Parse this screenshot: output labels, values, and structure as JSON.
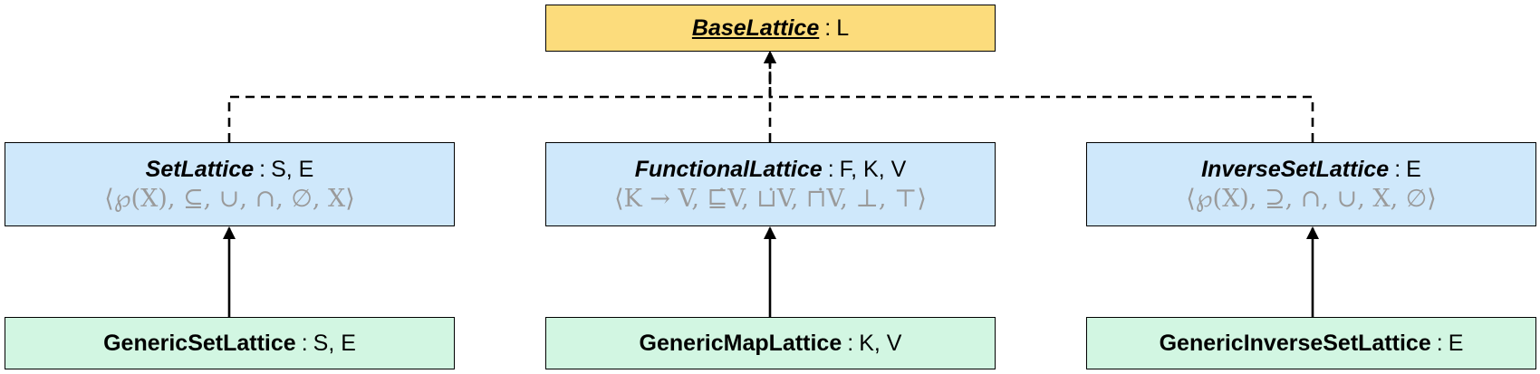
{
  "nodes": {
    "base": {
      "name": "BaseLattice",
      "params": "L"
    },
    "set": {
      "name": "SetLattice",
      "params": "S, E",
      "formula": "⟨℘(X), ⊆, ∪, ∩, ∅, X⟩"
    },
    "functional": {
      "name": "FunctionalLattice",
      "params": "F, K, V",
      "formula": "⟨K → V, ⊑̇V, ⊔̇V, ⊓̇V, ⊥, ⊤⟩"
    },
    "inverse": {
      "name": "InverseSetLattice",
      "params": "E",
      "formula": "⟨℘(X), ⊇, ∩, ∪, X, ∅⟩"
    },
    "generic_set": {
      "name": "GenericSetLattice",
      "params": "S, E"
    },
    "generic_map": {
      "name": "GenericMapLattice",
      "params": "K, V"
    },
    "generic_inverse": {
      "name": "GenericInverseSetLattice",
      "params": "E"
    }
  },
  "separator": ":",
  "edges": [
    {
      "from": "set",
      "to": "base",
      "style": "dashed"
    },
    {
      "from": "functional",
      "to": "base",
      "style": "dashed"
    },
    {
      "from": "inverse",
      "to": "base",
      "style": "dashed"
    },
    {
      "from": "generic_set",
      "to": "set",
      "style": "solid"
    },
    {
      "from": "generic_map",
      "to": "functional",
      "style": "solid"
    },
    {
      "from": "generic_inverse",
      "to": "inverse",
      "style": "solid"
    }
  ],
  "colors": {
    "base_fill": "#fcdc7c",
    "abstract_fill": "#cfe8fb",
    "concrete_fill": "#d2f6e2",
    "formula_text": "#9a9a9a",
    "line": "#000000"
  }
}
